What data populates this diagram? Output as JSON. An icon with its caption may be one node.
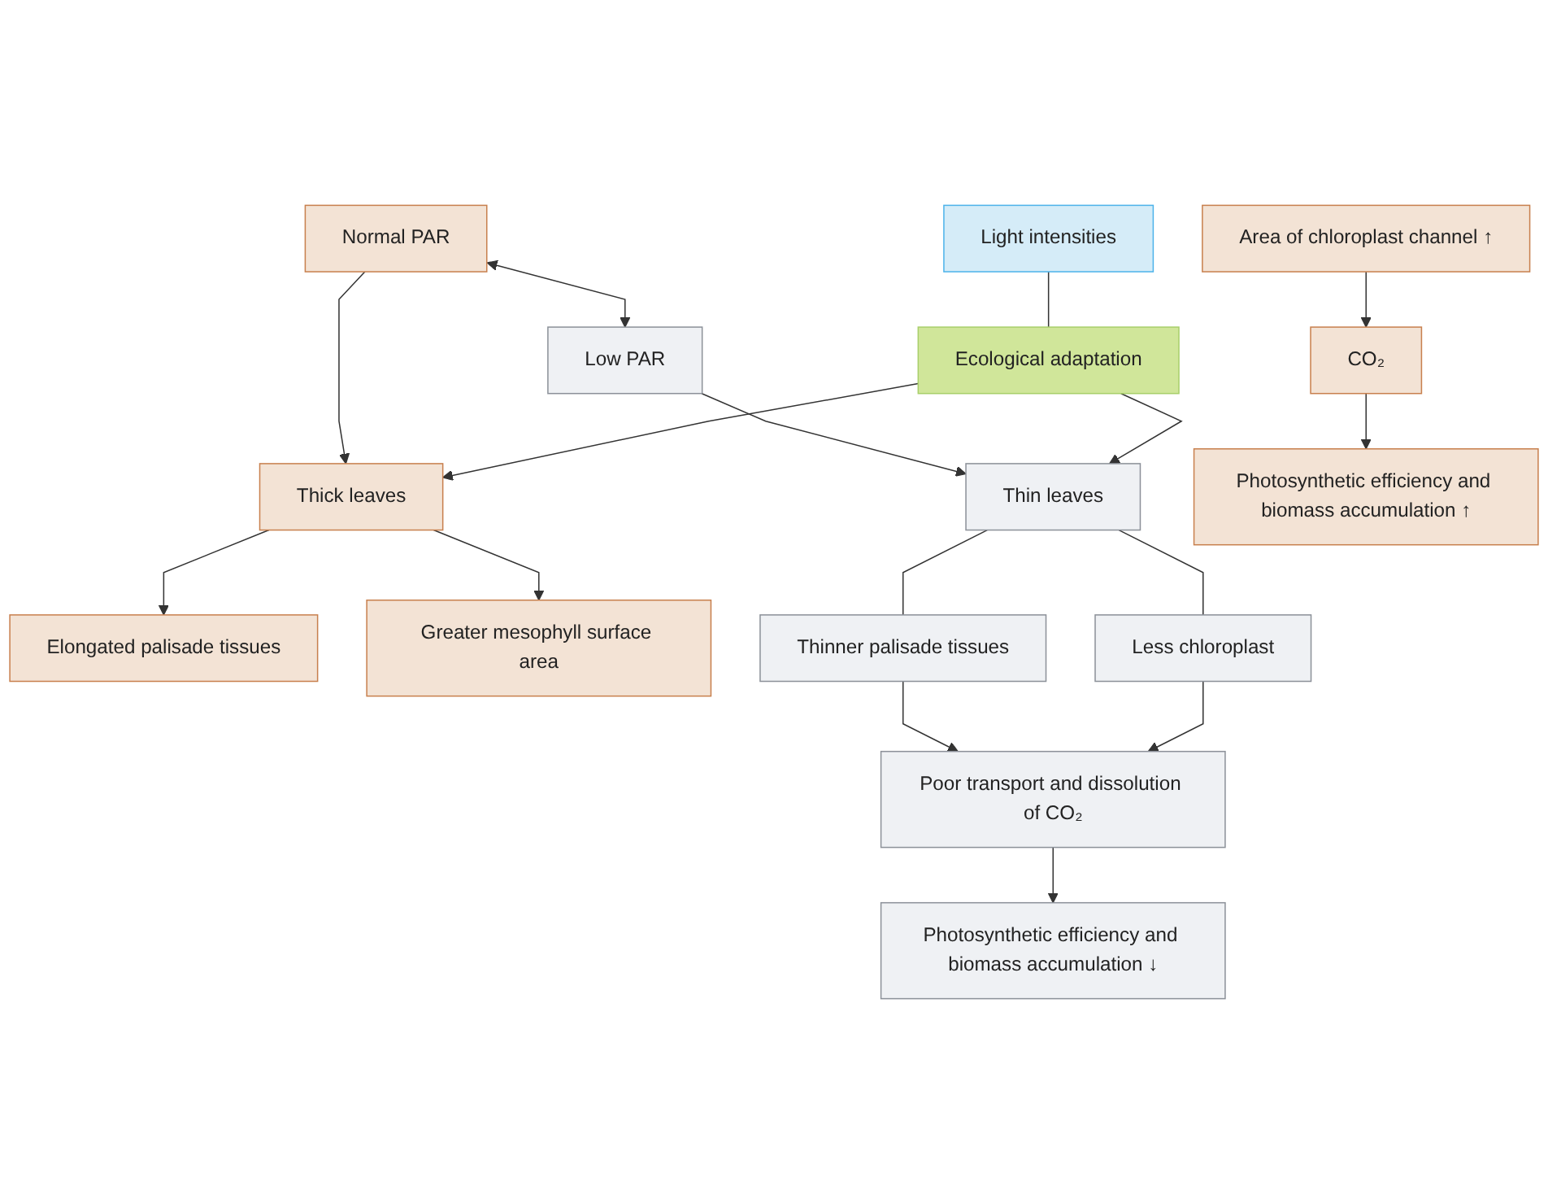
{
  "diagram": {
    "nodes": [
      {
        "text": [
          "Light intensities"
        ]
      },
      {
        "text": [
          "Normal PAR"
        ]
      },
      {
        "text": [
          "Low PAR"
        ]
      },
      {
        "text": [
          "Ecological adaptation"
        ]
      },
      {
        "text": [
          "Thick leaves"
        ]
      },
      {
        "text": [
          "Thin leaves"
        ]
      },
      {
        "text": [
          "Elongated palisade tissues"
        ]
      },
      {
        "text": [
          "Greater mesophyll surface area"
        ]
      },
      {
        "text": [
          "Thinner palisade tissues"
        ]
      },
      {
        "text": [
          "Less chloroplast"
        ]
      },
      {
        "text": [
          "Area of chloroplast channel ↑"
        ]
      },
      {
        "text": [
          "CO₂"
        ]
      },
      {
        "text": [
          "Photosynthetic efficiency and biomass accumulation ↑"
        ]
      },
      {
        "text": [
          "Poor transport and dissolution of CO₂"
        ]
      },
      {
        "text": [
          "Photosynthetic efficiency and biomass accumulation ↓"
        ]
      }
    ],
    "edges": [
      {
        "from": 1,
        "to": 2,
        "arrow": "both"
      },
      {
        "from": 0,
        "to": 3,
        "arrow": "none"
      },
      {
        "from": 1,
        "to": 4,
        "arrow": "to"
      },
      {
        "from": 3,
        "to": 4,
        "arrow": "to"
      },
      {
        "from": 2,
        "to": 5,
        "arrow": "to"
      },
      {
        "from": 3,
        "to": 5,
        "arrow": "to"
      },
      {
        "from": 4,
        "to": 6,
        "arrow": "to"
      },
      {
        "from": 4,
        "to": 7,
        "arrow": "to"
      },
      {
        "from": 5,
        "to": 8,
        "arrow": "none"
      },
      {
        "from": 5,
        "to": 9,
        "arrow": "none"
      },
      {
        "from": 8,
        "to": 13,
        "arrow": "to"
      },
      {
        "from": 9,
        "to": 13,
        "arrow": "to"
      },
      {
        "from": 10,
        "to": 11,
        "arrow": "to"
      },
      {
        "from": 11,
        "to": 12,
        "arrow": "to"
      },
      {
        "from": 13,
        "to": 14,
        "arrow": "to"
      }
    ]
  }
}
